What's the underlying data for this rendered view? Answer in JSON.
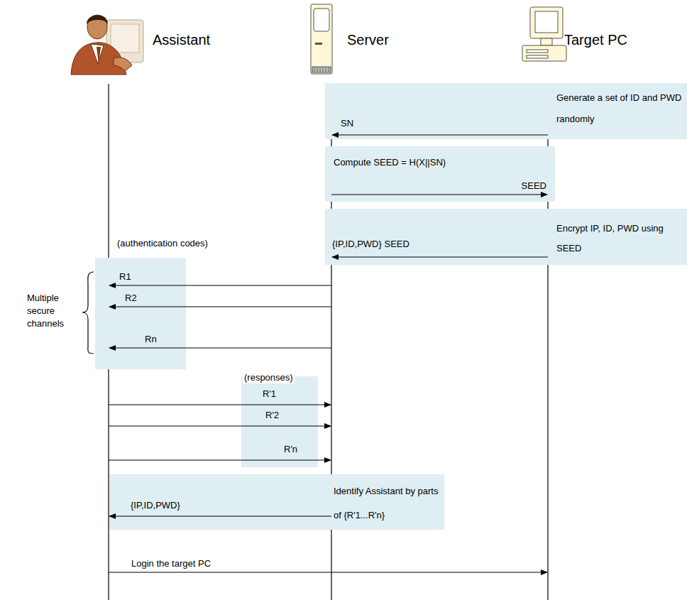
{
  "diagram": {
    "nodes": [
      {
        "text": [
          "Assistant"
        ]
      },
      {
        "text": [
          "Server"
        ]
      },
      {
        "text": [
          "Target PC"
        ]
      },
      {
        "text": [
          "Generate a set of ID and PWD randomly",
          "SN"
        ]
      },
      {
        "text": [
          "Compute SEED = H(X||SN)",
          "SEED"
        ]
      },
      {
        "text": [
          "Encrypt IP, ID, PWD using SEED",
          "{IP,ID,PWD} SEED"
        ]
      },
      {
        "text": [
          "R1",
          "R2",
          "Rn"
        ]
      },
      {
        "text": [
          "(responses)",
          "R'1",
          "R'2",
          "R'n"
        ]
      },
      {
        "text": [
          "Identify Assistant by parts of {R'1...R'n}",
          "{IP,ID,PWD}"
        ]
      }
    ],
    "edges": [],
    "labels": [
      "(authentication codes)",
      "Multiple secure channels",
      "Login the target PC"
    ]
  }
}
